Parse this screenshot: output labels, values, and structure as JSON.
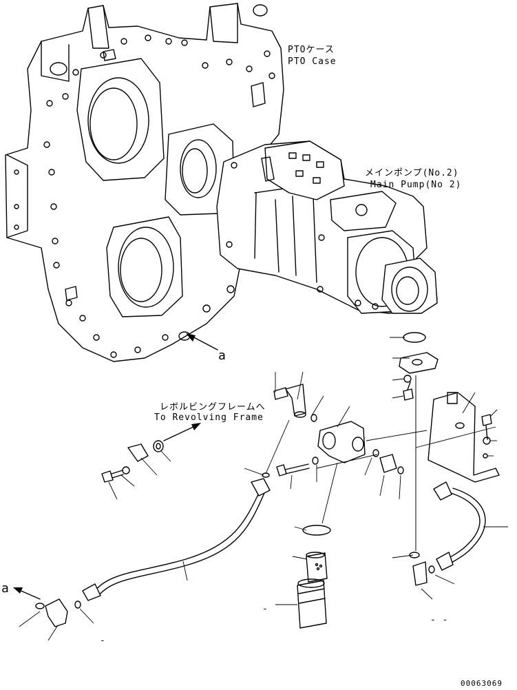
{
  "labels": {
    "pto_case_jp": "PTOケース",
    "pto_case_en": "PTO Case",
    "main_pump_jp": "メインポンプ(No.2)",
    "main_pump_en": "Main Pump(No 2)",
    "revolving_jp": "レボルビングフレームへ",
    "revolving_en": "To Revolving Frame",
    "ref_a_top": "a",
    "ref_a_bottom": "a",
    "dash_1": "-",
    "dash_2": "-",
    "dash_3": "- -",
    "drawing_number": "00063069"
  },
  "colors": {
    "ink": "#000000",
    "paper": "#ffffff"
  }
}
